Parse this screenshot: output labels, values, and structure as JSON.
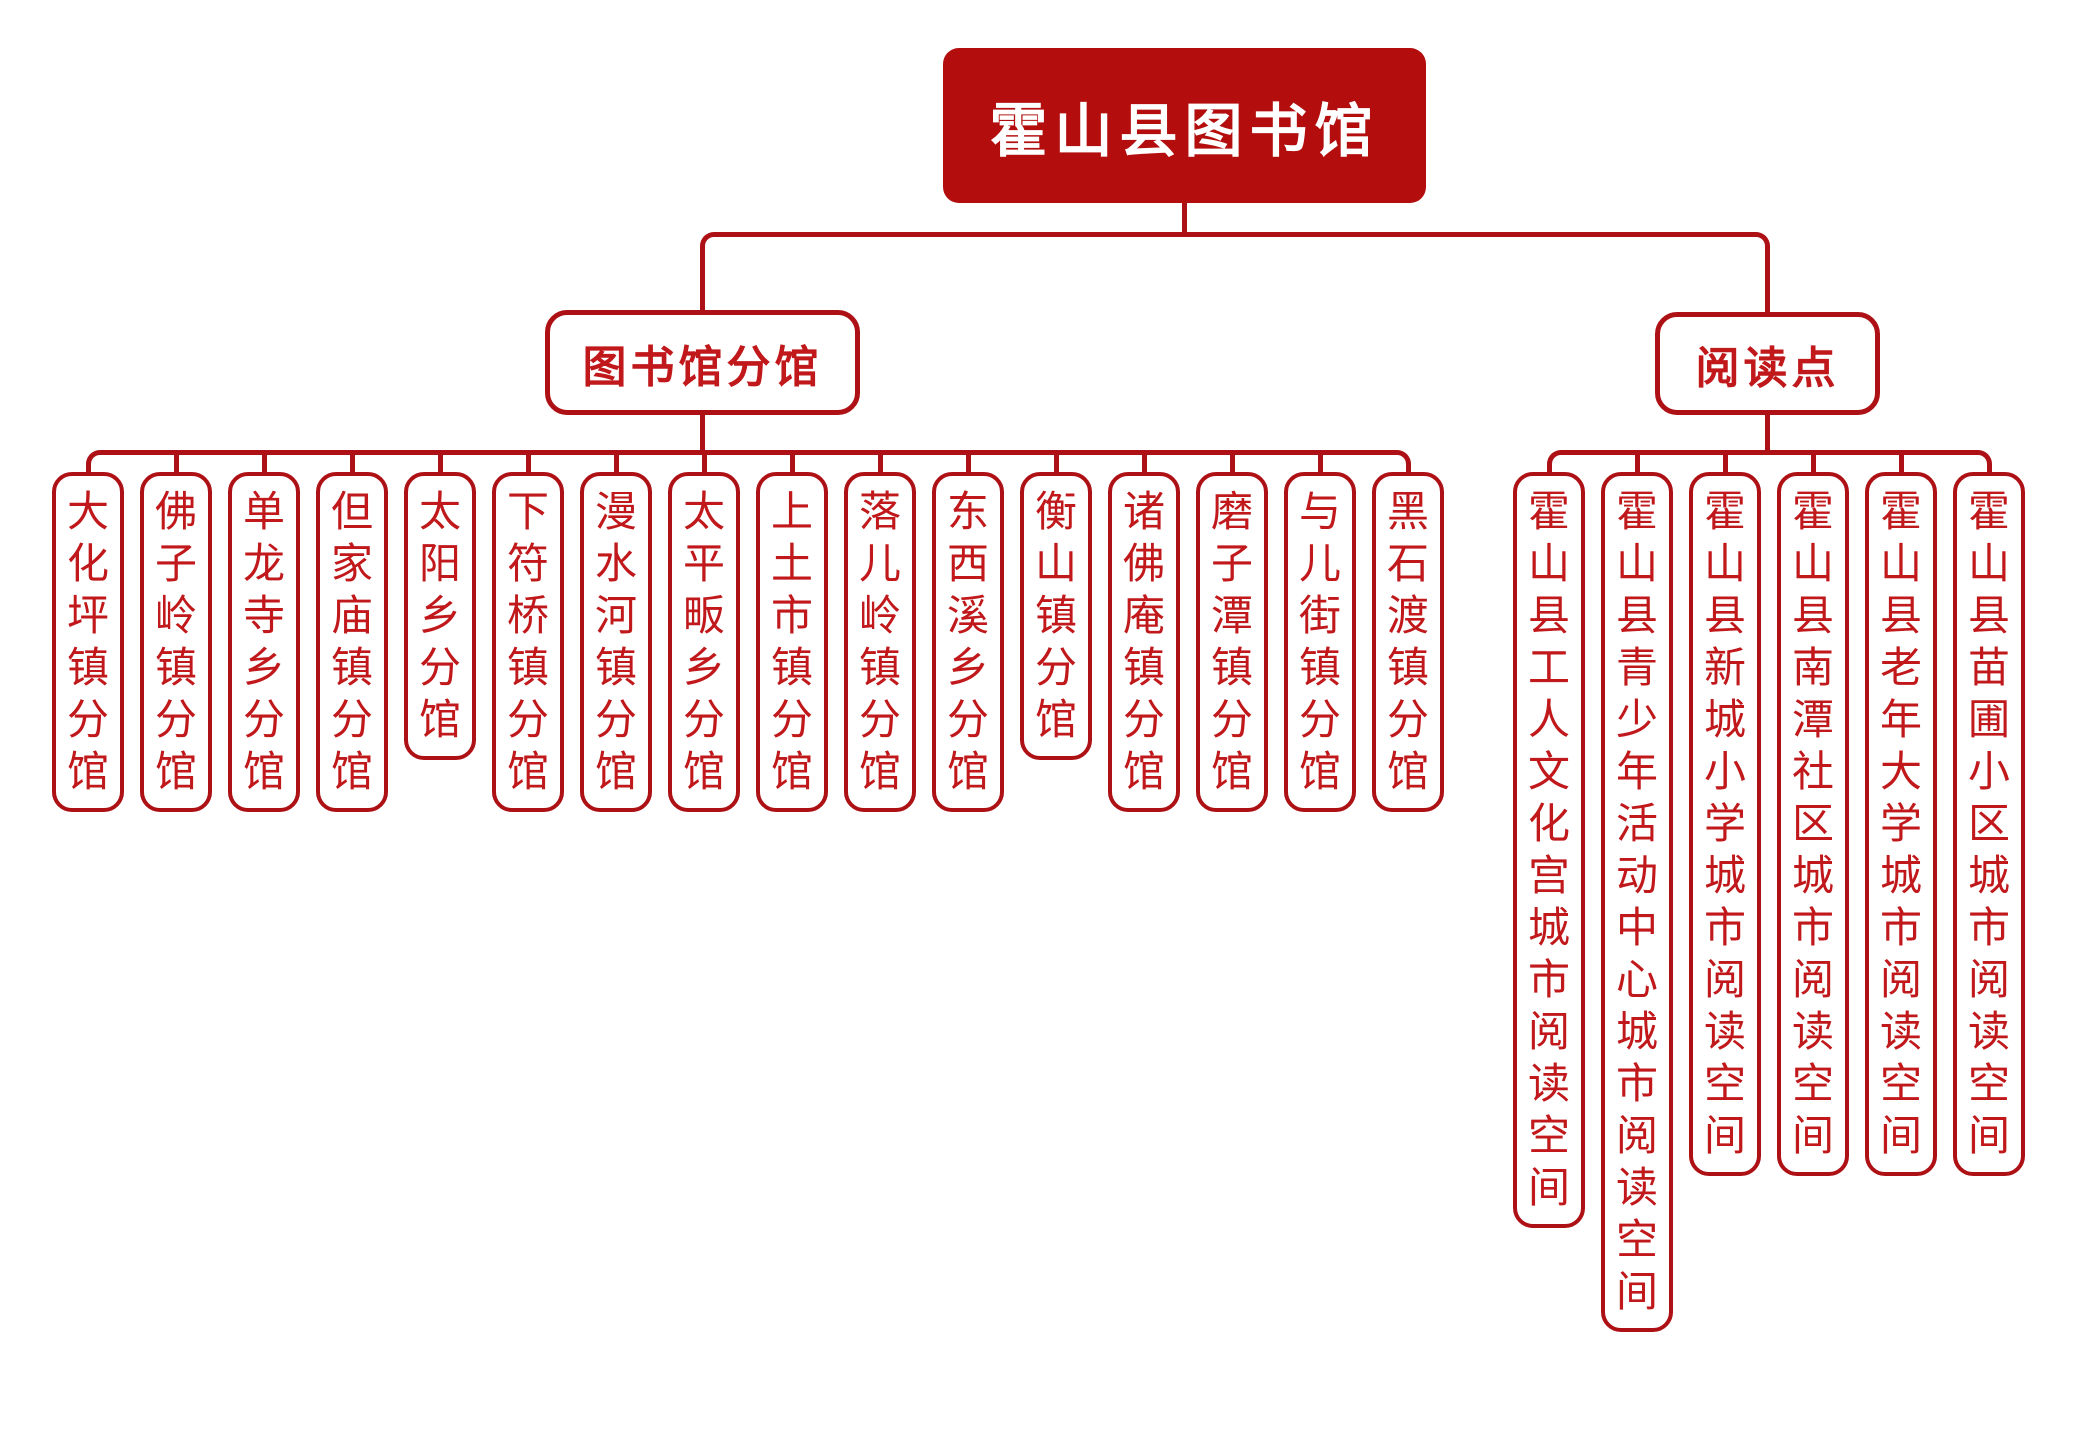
{
  "colors": {
    "root_fill": "#b30d0d",
    "root_text": "#ffffff",
    "line_red": "#ae1115",
    "node_text_red": "#c0181b",
    "background": "#ffffff"
  },
  "root": {
    "label": "霍山县图书馆"
  },
  "branches": [
    {
      "label": "图书馆分馆",
      "children": [
        "大化坪镇分馆",
        "佛子岭镇分馆",
        "单龙寺乡分馆",
        "但家庙镇分馆",
        "太阳乡分馆",
        "下符桥镇分馆",
        "漫水河镇分馆",
        "太平畈乡分馆",
        "上土市镇分馆",
        "落儿岭镇分馆",
        "东西溪乡分馆",
        "衡山镇分馆",
        "诸佛庵镇分馆",
        "磨子潭镇分馆",
        "与儿街镇分馆",
        "黑石渡镇分馆"
      ]
    },
    {
      "label": "阅读点",
      "children": [
        "霍山县工人文化宫城市阅读空间",
        "霍山县青少年活动中心城市阅读空间",
        "霍山县新城小学城市阅读空间",
        "霍山县南潭社区城市阅读空间",
        "霍山县老年大学城市阅读空间",
        "霍山县苗圃小区城市阅读空间"
      ]
    }
  ]
}
